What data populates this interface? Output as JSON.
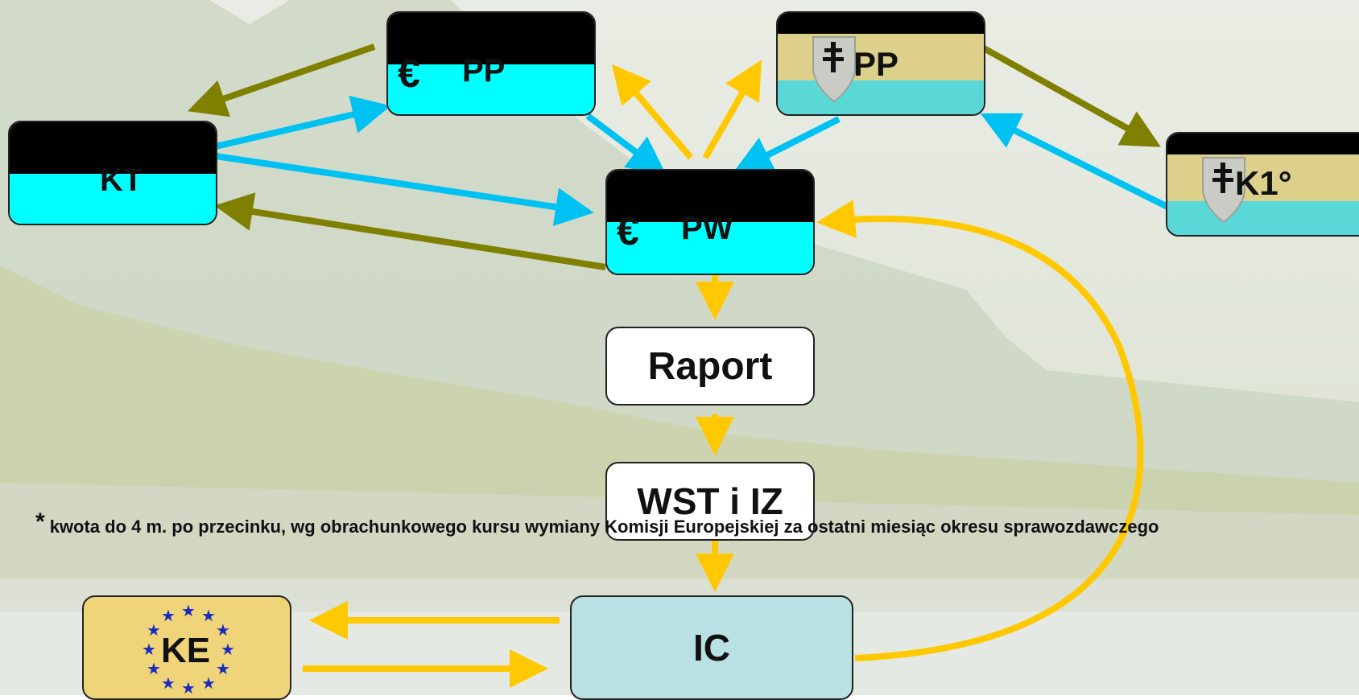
{
  "nodes": {
    "kt": {
      "label": "KT"
    },
    "eu_pp": {
      "currency": "€",
      "label": "PP"
    },
    "sk_pp": {
      "label": "PP"
    },
    "sk_k1": {
      "label": "K1°"
    },
    "eu_pw": {
      "currency": "€",
      "label": "PW"
    },
    "raport": {
      "label": "Raport"
    },
    "wst_iz": {
      "label": "WST i IZ"
    },
    "ic": {
      "label": "IC"
    },
    "ke": {
      "label": "KE"
    }
  },
  "footnote": {
    "marker": "*",
    "text": "kwota do 4 m. po przecinku, wg obrachunkowego kursu wymiany Komisji Europejskiej za ostatni miesiąc okresu sprawozdawczego"
  },
  "colors": {
    "olive": "#7f7f00",
    "blue": "#00c2f2",
    "gold": "#ffc800",
    "cyan": "#00ffff",
    "ic_fill": "#b9e0e3",
    "ke_fill": "#f0d47a",
    "eu_blue": "#1a2cc0"
  }
}
